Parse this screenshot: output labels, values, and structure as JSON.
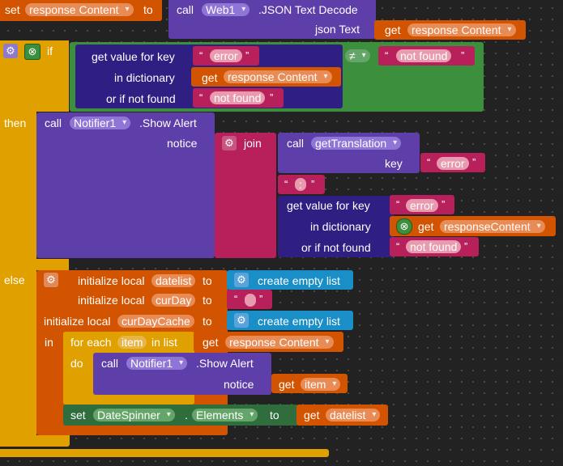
{
  "canvas": {
    "colors": {
      "variables": "#d35400",
      "control": "#e0a000",
      "component_call": "#5e3ea8",
      "text": "#b8205b",
      "dictionary": "#2f1f82",
      "lists": "#1a8fc7",
      "logic": "#3c8f3c",
      "component_setter": "#2f6e3c"
    },
    "set_block": {
      "set_label": "set",
      "var_name": "response Content",
      "to_label": "to",
      "call_label": "call",
      "component": "Web1",
      "method": ".JSON Text Decode",
      "param_label": "json Text",
      "get_label": "get",
      "get_var": "response Content"
    },
    "if_block": {
      "if_label": "if",
      "then_label": "then",
      "else_label": "else",
      "condition": {
        "get_value_label": "get value for key",
        "key": "error",
        "in_dict_label": "in dictionary",
        "get_label": "get",
        "dict_var": "response Content",
        "not_found_label": "or if not found",
        "not_found_value": "not found",
        "op": "≠",
        "compare_value": "not found"
      },
      "then_call": {
        "call_label": "call",
        "component": "Notifier1",
        "method": ".Show Alert",
        "param_label": "notice",
        "join_label": "join",
        "inner_call_label": "call",
        "inner_method": "getTranslation",
        "key_label": "key",
        "key_value": "error",
        "separator": ":",
        "get_value_label": "get value for key",
        "key2": "error",
        "in_dict_label": "in dictionary",
        "get_label": "get",
        "dict_var": "responseContent",
        "not_found_label": "or if not found",
        "not_found_value": "not found"
      },
      "else_body": {
        "init1_label": "initialize local",
        "init1_var": "datelist",
        "to_label": "to",
        "empty_list_label": "create empty list",
        "init2_label": "initialize local",
        "init2_var": "curDay",
        "init3_label": "initialize local",
        "init3_var": "curDayCache",
        "in_label": "in",
        "foreach_label": "for each",
        "item_var": "item",
        "in_list_label": "in list",
        "get_label": "get",
        "list_var": "response Content",
        "do_label": "do",
        "call_label": "call",
        "component": "Notifier1",
        "method": ".Show Alert",
        "param_label": "notice",
        "get_item_var": "item",
        "set_label": "set",
        "set_component": "DateSpinner",
        "dot": ".",
        "set_property": "Elements",
        "set_to_label": "to",
        "set_get_var": "datelist"
      }
    }
  }
}
